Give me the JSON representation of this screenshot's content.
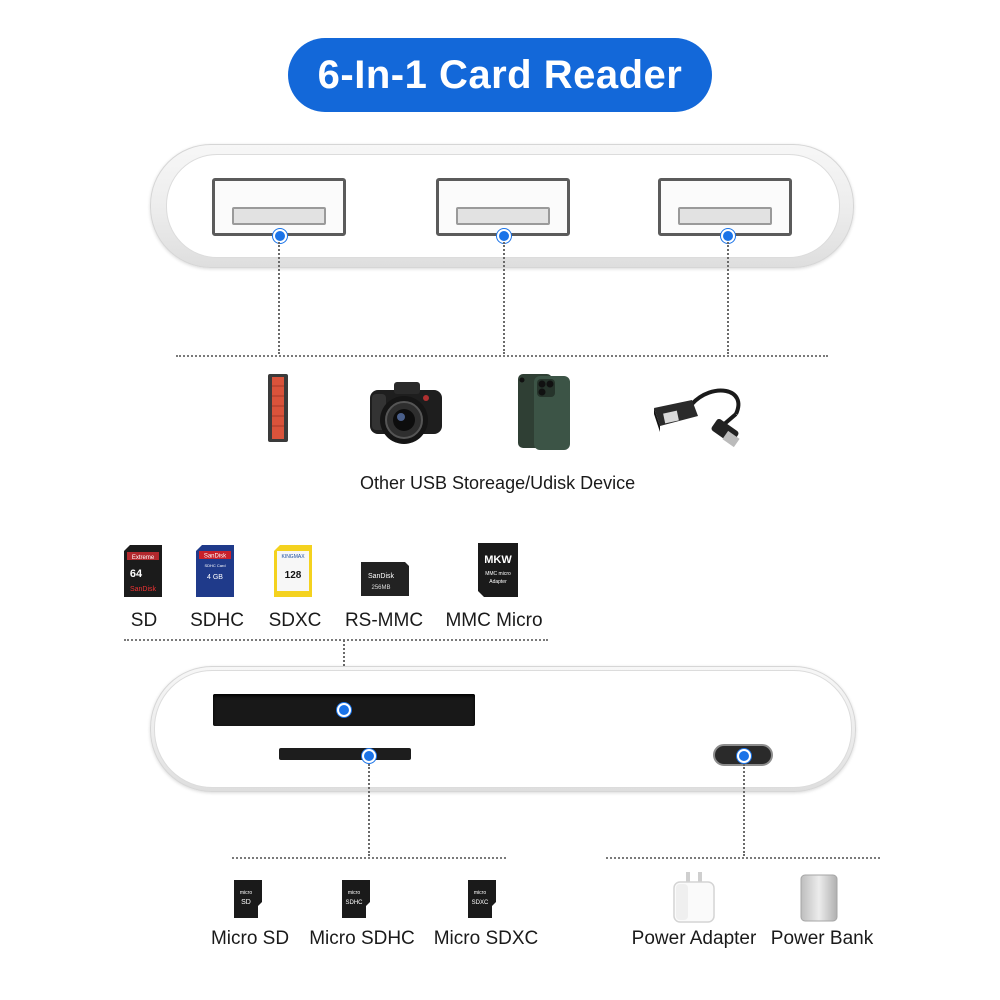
{
  "title": "6-In-1 Card Reader",
  "usb_section": {
    "caption": "Other USB Storeage/Udisk Device",
    "devices": [
      "keyboard-icon",
      "camera-icon",
      "phone-icon",
      "ethernet-adapter-icon"
    ]
  },
  "cards_top": {
    "items": [
      {
        "label": "SD",
        "card_text": "Extreme 64 SanDisk"
      },
      {
        "label": "SDHC",
        "card_text": "SanDisk 4GB"
      },
      {
        "label": "SDXC",
        "card_text": "KINGMAX 128GB"
      },
      {
        "label": "RS-MMC",
        "card_text": "SanDisk 256MB"
      },
      {
        "label": "MMC Micro",
        "card_text": "MMC micro Adapter"
      }
    ]
  },
  "cards_bottom": {
    "items": [
      {
        "label": "Micro SD"
      },
      {
        "label": "Micro SDHC"
      },
      {
        "label": "Micro SDXC"
      }
    ]
  },
  "power": {
    "items": [
      {
        "label": "Power Adapter"
      },
      {
        "label": "Power Bank"
      }
    ]
  },
  "colors": {
    "accent": "#1368d9",
    "dot": "#1a73e8"
  }
}
